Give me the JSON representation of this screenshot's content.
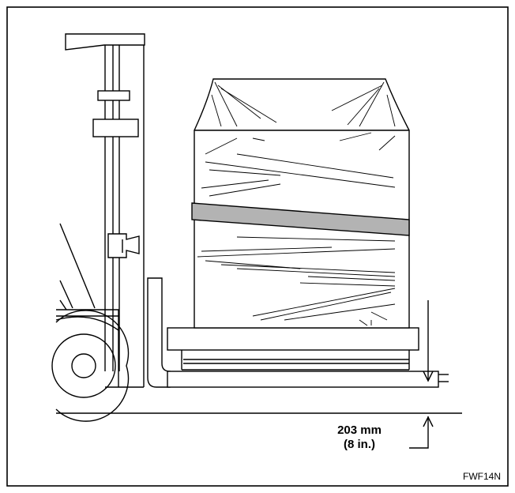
{
  "dimension": {
    "metric": "203 mm",
    "imperial": "(8 in.)"
  },
  "figure_id": "FWF14N",
  "colors": {
    "line": "#000000",
    "strap": "#b3b3b3",
    "background": "#ffffff"
  }
}
